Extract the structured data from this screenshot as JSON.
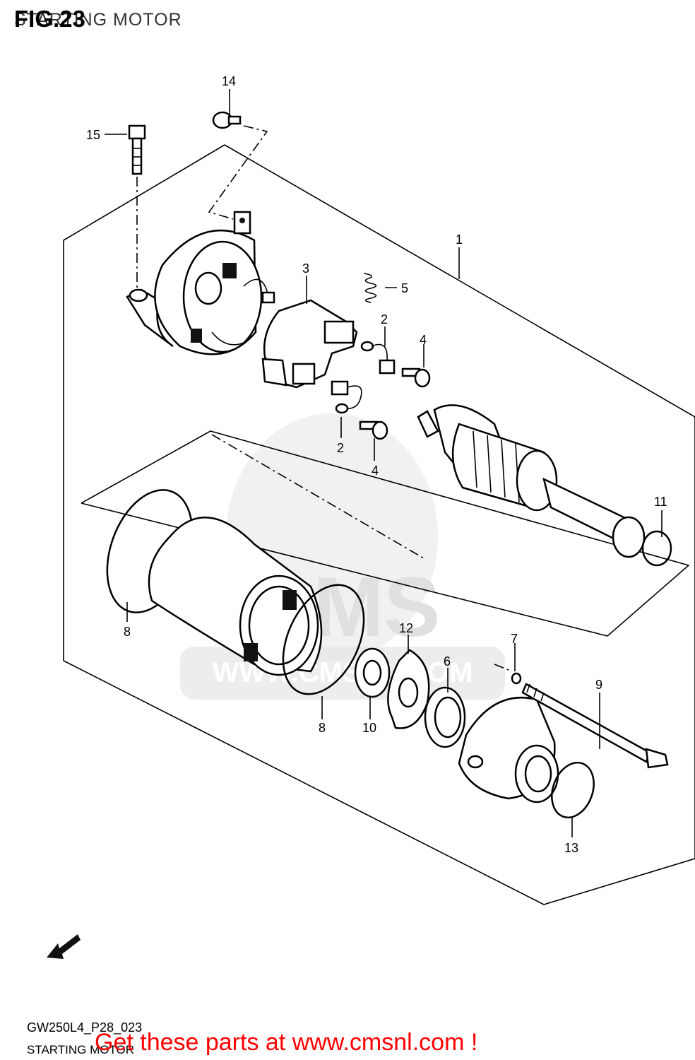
{
  "header": {
    "title": "FIG.23",
    "subtitle": "STARTING MOTOR"
  },
  "callouts": {
    "p1": "1",
    "p2a": "2",
    "p2b": "2",
    "p3": "3",
    "p4a": "4",
    "p4b": "4",
    "p5": "5",
    "p6": "6",
    "p7": "7",
    "p8a": "8",
    "p8b": "8",
    "p9": "9",
    "p10": "10",
    "p11": "11",
    "p12": "12",
    "p13": "13",
    "p14": "14",
    "p15": "15"
  },
  "watermark": {
    "brand": "CMS",
    "url": "WWW.CMSNL.COM"
  },
  "fwd_label": "FWD",
  "footer": {
    "diagram_code": "GW250L4_P28_023",
    "diagram_name": "STARTING MOTOR",
    "cta": "Get these parts at www.cmsnl.com !"
  }
}
